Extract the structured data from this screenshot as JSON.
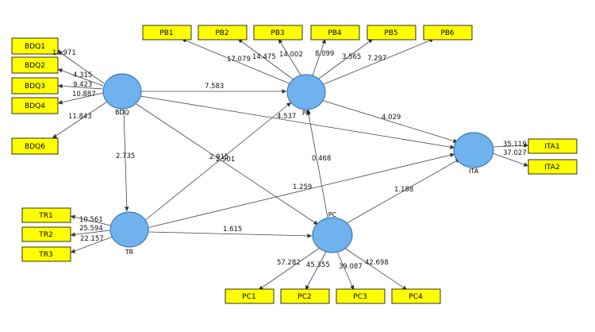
{
  "colors": {
    "indicator_fill": "#ffff00",
    "latent_fill": "#6fb2ee",
    "latent_stroke": "#2c6aa8",
    "edge": "#444444"
  },
  "latent": {
    "BDQ": "BDQ",
    "PB": "PB",
    "PC": "PC",
    "TR": "TR",
    "ITA": "ITA"
  },
  "indicators": {
    "BDQ1": "BDQ1",
    "BDQ2": "BDQ2",
    "BDQ3": "BDQ3",
    "BDQ4": "BDQ4",
    "BDQ6": "BDQ6",
    "PB1": "PB1",
    "PB2": "PB2",
    "PB3": "PB3",
    "PB4": "PB4",
    "PB5": "PB5",
    "PB6": "PB6",
    "TR1": "TR1",
    "TR2": "TR2",
    "TR3": "TR3",
    "PC1": "PC1",
    "PC2": "PC2",
    "PC3": "PC3",
    "PC4": "PC4",
    "ITA1": "ITA1",
    "ITA2": "ITA2"
  },
  "weights": {
    "BDQ1": "14.971",
    "BDQ2": "4.315",
    "BDQ3": "9.423",
    "BDQ4": "10.887",
    "BDQ6": "11.843",
    "PB1": "17.079",
    "PB2": "14.475",
    "PB3": "14.002",
    "PB4": "8.099",
    "PB5": "3.565",
    "PB6": "7.297",
    "TR1": "10.561",
    "TR2": "25.594",
    "TR3": "22.157",
    "PC1": "57.282",
    "PC2": "45.355",
    "PC3": "39.087",
    "PC4": "42.698",
    "ITA1": "35.119",
    "ITA2": "37.027"
  },
  "paths": {
    "BDQ_PB": "7.583",
    "BDQ_ITA": "4.537",
    "BDQ_TR": "2.735",
    "BDQ_PC": "2.901",
    "TR_PB": "2.015",
    "TR_ITA": "1.259",
    "TR_PC": "1.615",
    "PB_ITA": "4.029",
    "PC_PB": "0.468",
    "PC_ITA": "1.188"
  }
}
